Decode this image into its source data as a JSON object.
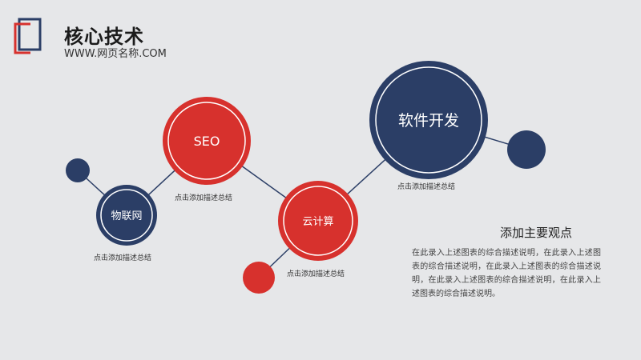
{
  "header": {
    "title": "核心技术",
    "subtitle": "WWW.网页名称.COM"
  },
  "colors": {
    "navy": "#2b3e66",
    "red": "#d7312d",
    "line": "#2b3e66",
    "background": "#e6e7e9"
  },
  "nodes": [
    {
      "id": "seo",
      "label": "SEO",
      "color": "red",
      "caption": "点击添加描述总结"
    },
    {
      "id": "iot",
      "label": "物联网",
      "color": "navy",
      "caption": "点击添加描述总结"
    },
    {
      "id": "cloud",
      "label": "云计算",
      "color": "red",
      "caption": "点击添加描述总结"
    },
    {
      "id": "software",
      "label": "软件开发",
      "color": "navy",
      "caption": "点击添加描述总结"
    }
  ],
  "content": {
    "heading": "添加主要观点",
    "paragraph": "在此录入上述图表的综合描述说明，在此录入上述图表的综合描述说明，在此录入上述图表的综合描述说明，在此录入上述图表的综合描述说明，在此录入上述图表的综合描述说明。"
  }
}
